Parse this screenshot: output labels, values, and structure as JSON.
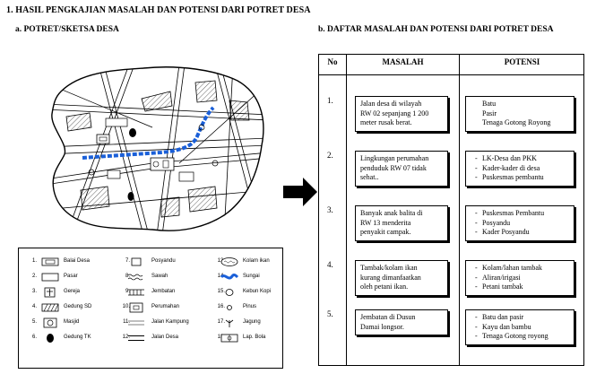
{
  "heading": "1.  HASIL PENGKAJIAN MASALAH DAN POTENSI DARI POTRET DESA",
  "section_a": "a.  POTRET/SKETSA DESA",
  "section_b": "b.  DAFTAR MASALAH DAN POTENSI DARI  POTRET  DESA",
  "legend": [
    {
      "num": "1.",
      "label": "Balai Desa",
      "icon": "rectangle-with-inner-rect"
    },
    {
      "num": "2.",
      "label": "Pasar",
      "icon": "rectangle"
    },
    {
      "num": "3.",
      "label": "Gereja",
      "icon": "cross-in-box"
    },
    {
      "num": "4.",
      "label": "Gedung SD",
      "icon": "hatched-box"
    },
    {
      "num": "5.",
      "label": "Masjid",
      "icon": "crescent-box"
    },
    {
      "num": "6.",
      "label": "Gedung TK",
      "icon": "filled-oval"
    },
    {
      "num": "7.",
      "label": "Posyandu",
      "icon": "small-box"
    },
    {
      "num": "8.",
      "label": "Sawah",
      "icon": "wavy-lines"
    },
    {
      "num": "9.",
      "label": "Jembatan",
      "icon": "bridge"
    },
    {
      "num": "10.",
      "label": "Perumahan",
      "icon": "house-box"
    },
    {
      "num": "11.",
      "label": "Jalan Kampung",
      "icon": "double-line"
    },
    {
      "num": "12.",
      "label": "Jalan Desa",
      "icon": "thick-double-line"
    },
    {
      "num": "13.",
      "label": "Kolam ikan",
      "icon": "pond-oval"
    },
    {
      "num": "14.",
      "label": "Sungai",
      "icon": "river"
    },
    {
      "num": "15.",
      "label": "Kebun Kopi",
      "icon": "oval"
    },
    {
      "num": "16.",
      "label": "Pinus",
      "icon": "small-circle"
    },
    {
      "num": "17.",
      "label": "Jagung",
      "icon": "plant"
    },
    {
      "num": "18.",
      "label": "Lap. Bola",
      "icon": "field"
    }
  ],
  "table": {
    "col_no": "No",
    "col_masalah": "MASALAH",
    "col_potensi": "POTENSI",
    "rows": [
      {
        "no": "1.",
        "masalah": [
          "Jalan desa di wilayah",
          "RW 02 sepanjang 1 200",
          "meter rusak berat."
        ],
        "potensi": [
          "Batu",
          "Pasir",
          "Tenaga Gotong Royong"
        ],
        "dash": false
      },
      {
        "no": "2.",
        "masalah": [
          "Lingkungan perumahan",
          "penduduk RW 07 tidak",
          "sehat.."
        ],
        "potensi": [
          "LK-Desa dan PKK",
          "Kader-kader di desa",
          "Puskesmas pembantu"
        ],
        "dash": true
      },
      {
        "no": "3.",
        "masalah": [
          "Banyak anak balita di",
          "RW 13 menderita",
          "penyakit campak."
        ],
        "potensi": [
          "Puskesmas Pembantu",
          "Posyandu",
          "Kader Posyandu"
        ],
        "dash": true
      },
      {
        "no": "4.",
        "masalah": [
          "Tambak/kolam ikan",
          "kurang dimanfaatkan",
          "oleh petani ikan."
        ],
        "potensi": [
          "Kolam/lahan tambak",
          "Aliran/irigasi",
          "Petani tambak"
        ],
        "dash": true
      },
      {
        "no": "5.",
        "masalah": [
          "Jembatan di Dusun",
          "Damai longsor."
        ],
        "potensi": [
          "Batu dan pasir",
          "Kayu dan bambu",
          "Tenaga Gotong royong"
        ],
        "dash": true
      }
    ]
  }
}
